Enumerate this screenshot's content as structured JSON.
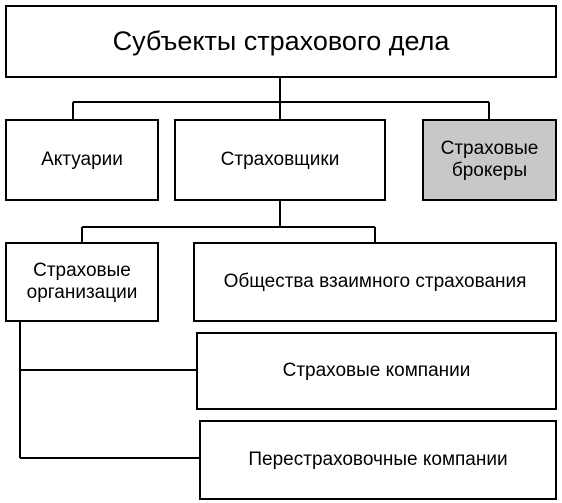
{
  "diagram": {
    "root": "Субъекты страхового дела",
    "level1": {
      "actuaries": "Актуарии",
      "insurers": "Страховщики",
      "brokers_line1": "Страховые",
      "brokers_line2": "брокеры"
    },
    "level2": {
      "organizations_line1": "Страховые",
      "organizations_line2": "организации",
      "mutual": "Общества взаимного страхования",
      "companies": "Страховые компании",
      "reinsurance": "Перестраховочные компании"
    }
  }
}
